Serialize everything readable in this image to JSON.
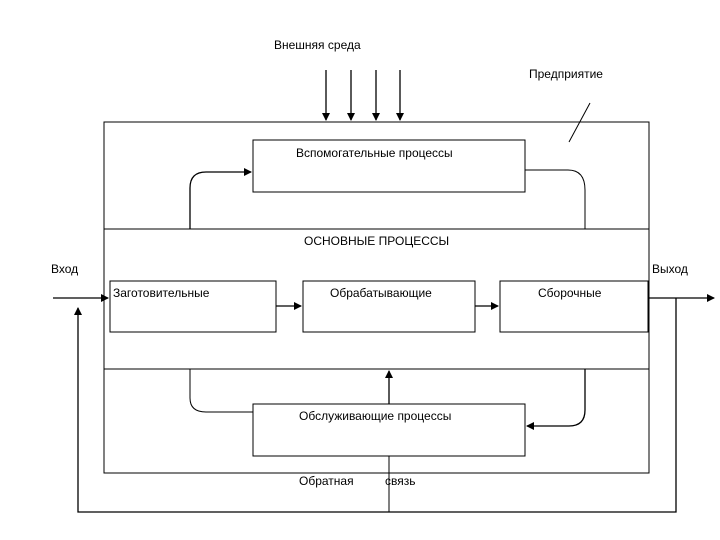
{
  "diagram": {
    "external_env": "Внешняя среда",
    "enterprise": "Предприятие",
    "auxiliary": "Вспомогательные процессы",
    "main": "ОСНОВНЫЕ ПРОЦЕССЫ",
    "input": "Вход",
    "output": "Выход",
    "procurement": "Заготовительные",
    "processing": "Обрабатывающие",
    "assembly": "Сборочные",
    "servicing": "Обслуживающие процессы",
    "feedback_word1": "Обратная",
    "feedback_word2": "связь"
  }
}
